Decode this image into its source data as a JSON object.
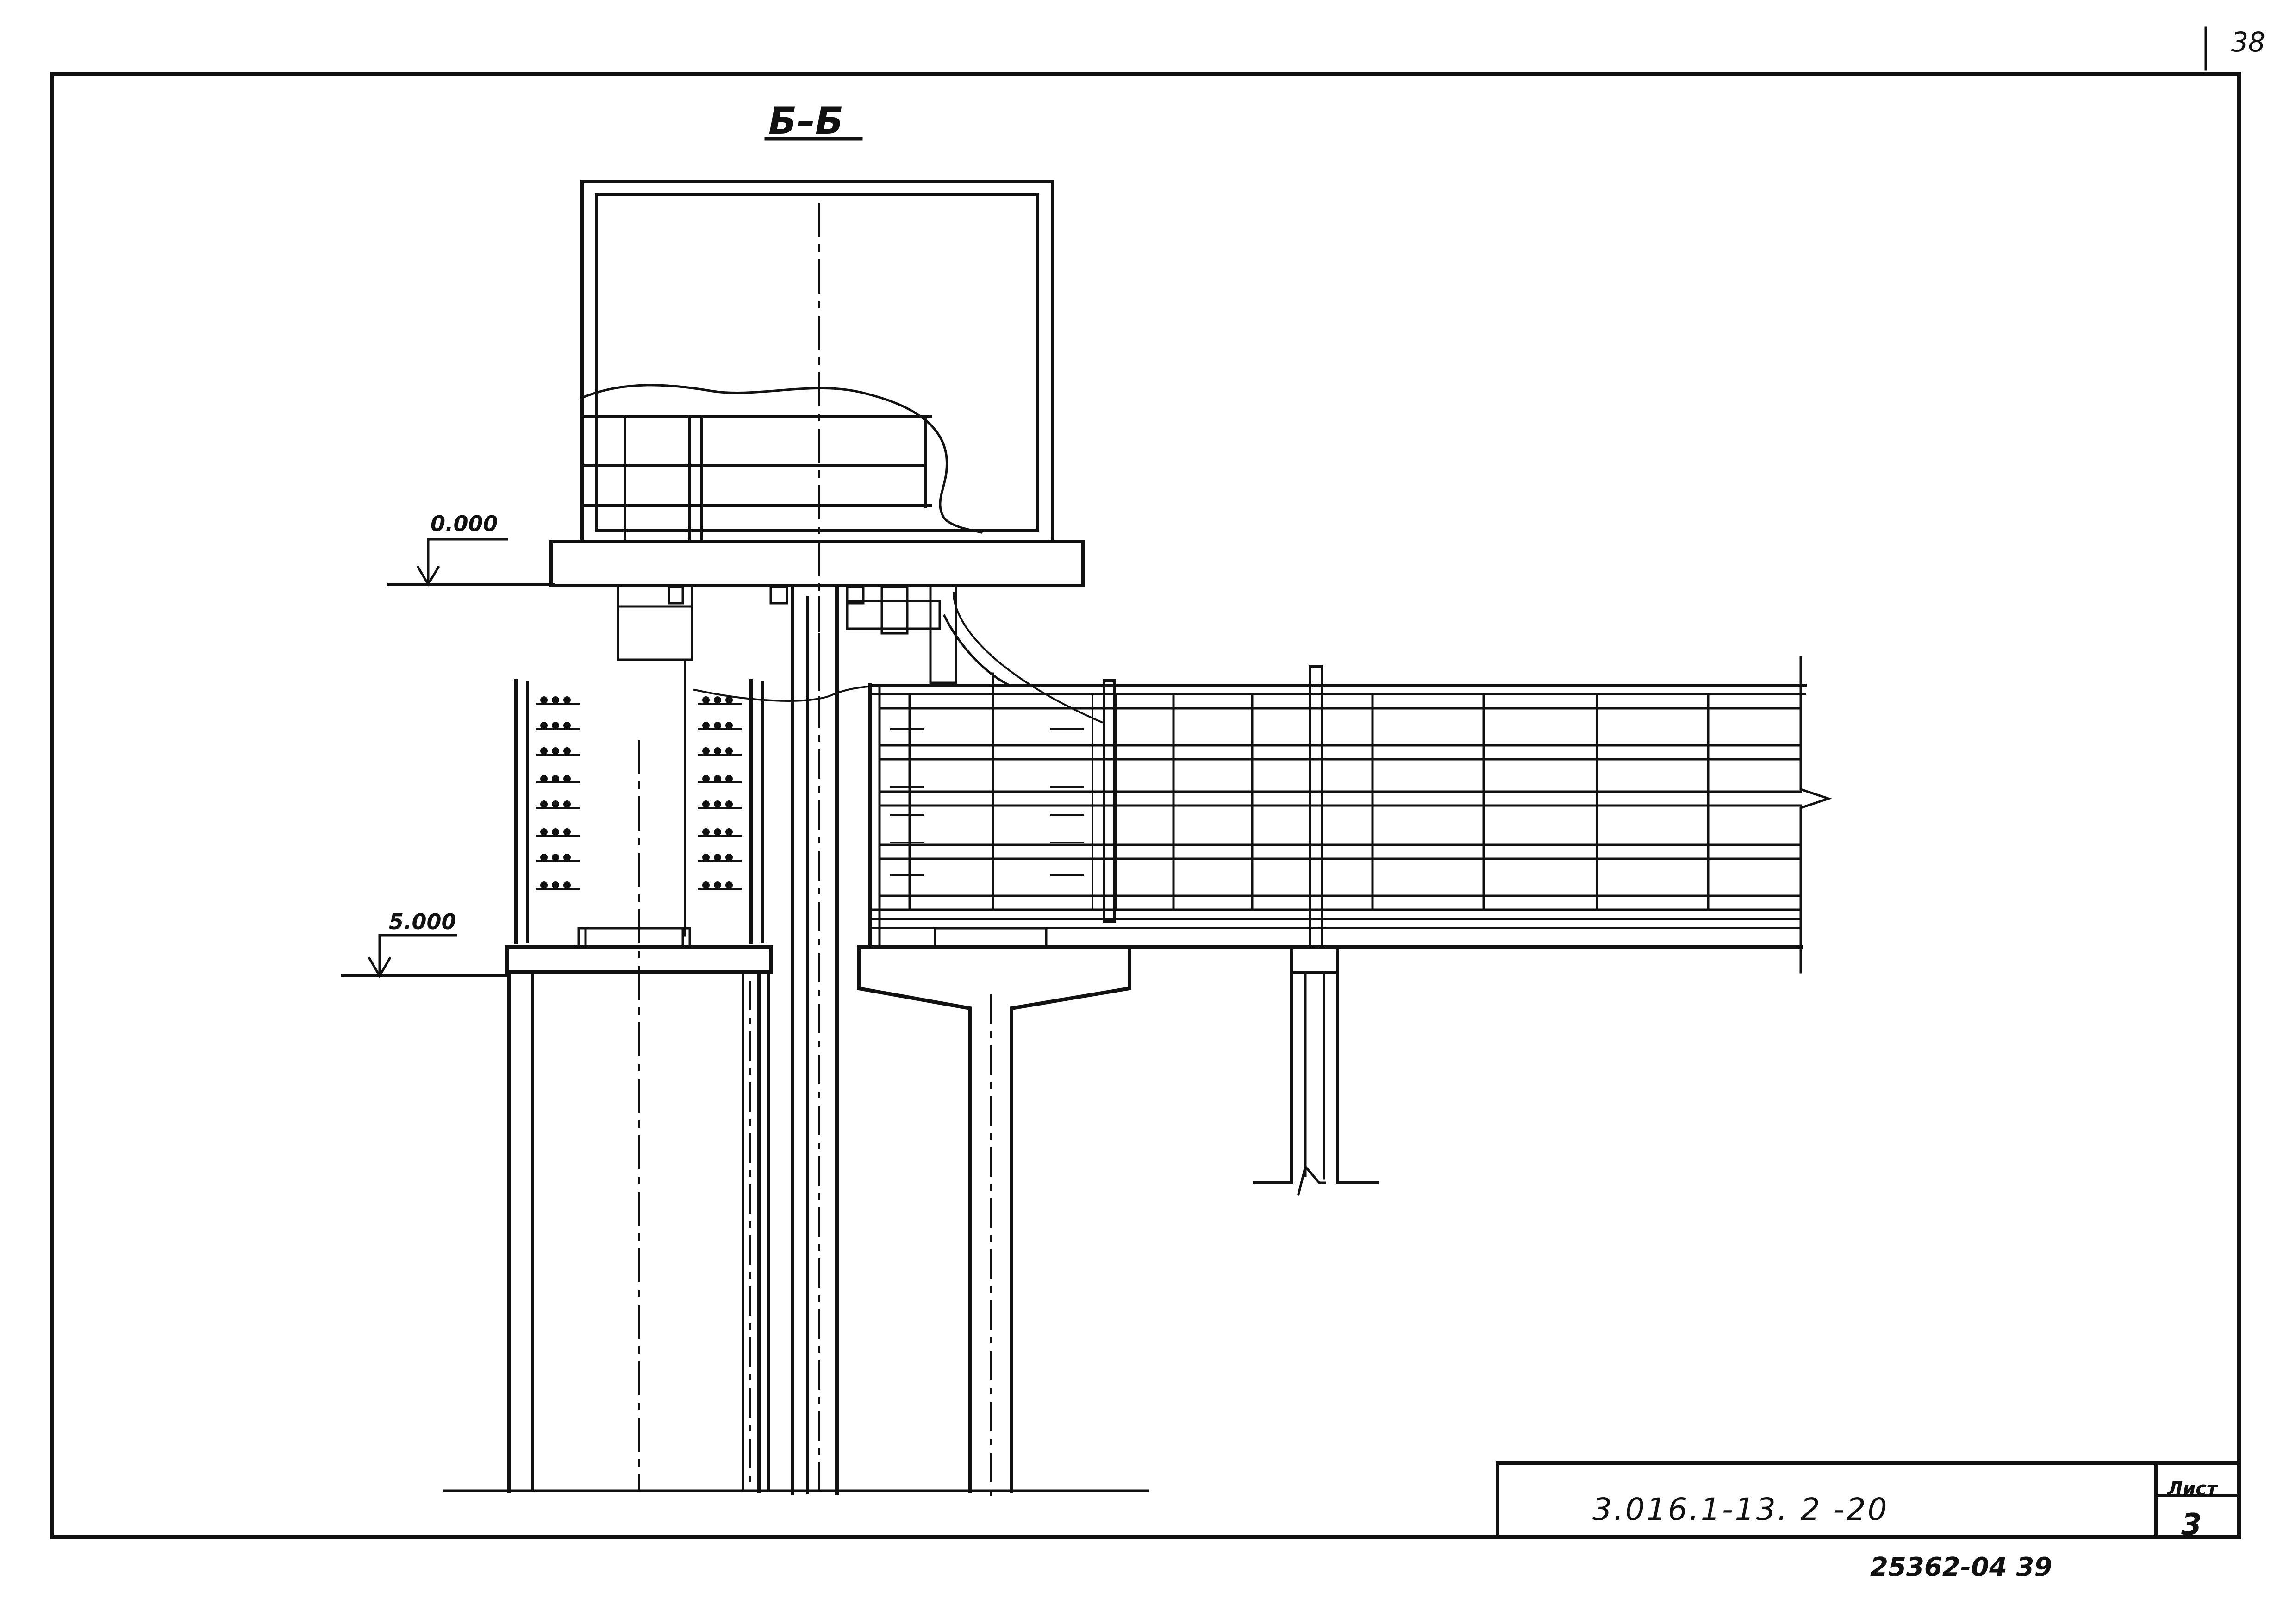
{
  "page_number": "38",
  "section_title": "Б–Б",
  "elevations": {
    "top": "0.000",
    "middle": "5.000"
  },
  "title_block": {
    "document_code": "3.016.1-13. 2 -20",
    "sheet_label": "Лист",
    "sheet_number": "3"
  },
  "archive_number": "25362-04  39",
  "colors": {
    "ink": "#111111",
    "paper": "#ffffff"
  }
}
